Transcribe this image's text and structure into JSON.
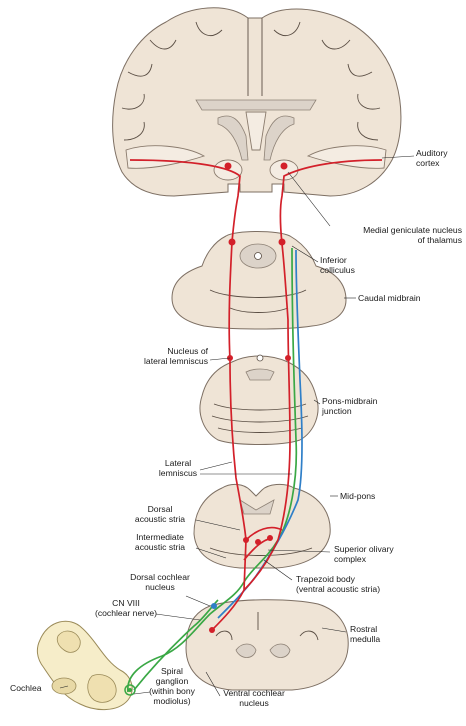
{
  "labels": {
    "auditory_cortex": [
      "Auditory",
      "cortex"
    ],
    "medial_geniculate": [
      "Medial geniculate nucleus",
      "of thalamus"
    ],
    "inferior_colliculus": [
      "Inferior",
      "colliculus"
    ],
    "caudal_midbrain": [
      "Caudal midbrain"
    ],
    "nucleus_lateral_lemniscus": [
      "Nucleus of",
      "lateral lemniscus"
    ],
    "pons_midbrain": [
      "Pons-midbrain",
      "junction"
    ],
    "lateral_lemniscus": [
      "Lateral",
      "lemniscus"
    ],
    "mid_pons": [
      "Mid-pons"
    ],
    "dorsal_acoustic_stria": [
      "Dorsal",
      "acoustic stria"
    ],
    "intermediate_acoustic_stria": [
      "Intermediate",
      "acoustic stria"
    ],
    "superior_olivary": [
      "Superior olivary",
      "complex"
    ],
    "dorsal_cochlear": [
      "Dorsal cochlear",
      "nucleus"
    ],
    "trapezoid_body": [
      "Trapezoid body",
      "(ventral acoustic stria)"
    ],
    "cn_viii": [
      "CN VIII",
      "(cochlear nerve)"
    ],
    "rostral_medulla": [
      "Rostral",
      "medulla"
    ],
    "cochlea": [
      "Cochlea"
    ],
    "spiral_ganglion": [
      "Spiral",
      "ganglion",
      "(within bony",
      "modiolus)"
    ],
    "ventral_cochlear": [
      "Ventral cochlear",
      "nucleus"
    ]
  },
  "colors": {
    "pathway_red": "#d3202a",
    "pathway_green": "#3aa845",
    "pathway_blue": "#2f7fc8",
    "tissue": "#efe4d6"
  }
}
